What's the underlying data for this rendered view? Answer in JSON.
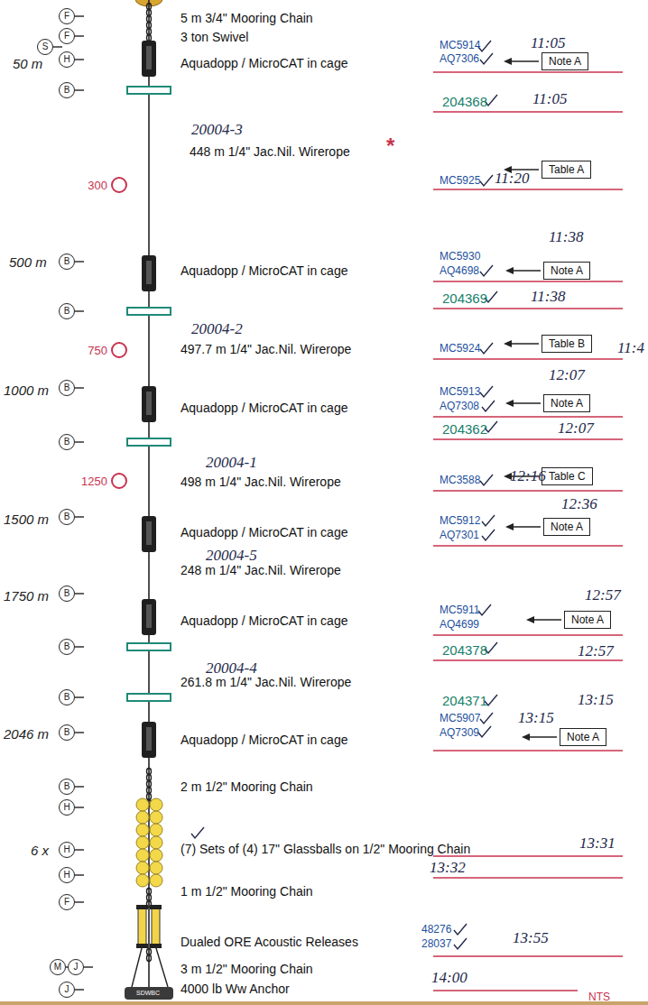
{
  "diagram": {
    "nodes": [
      {
        "text": [
          "F"
        ]
      },
      {
        "text": [
          "F"
        ]
      },
      {
        "text": [
          "S"
        ]
      },
      {
        "text": [
          "H"
        ]
      },
      {
        "text": [
          "Note A"
        ]
      },
      {
        "text": [
          "B"
        ]
      },
      {
        "text": [
          "Table A"
        ]
      },
      {
        "text": [
          "300"
        ]
      },
      {
        "text": [
          "B"
        ]
      },
      {
        "text": [
          "Note A"
        ]
      },
      {
        "text": [
          "B"
        ]
      },
      {
        "text": [
          "750"
        ]
      },
      {
        "text": [
          "Table B"
        ]
      },
      {
        "text": [
          "B"
        ]
      },
      {
        "text": [
          "Note A"
        ]
      },
      {
        "text": [
          "B"
        ]
      },
      {
        "text": [
          "Table C"
        ]
      },
      {
        "text": [
          "1250"
        ]
      },
      {
        "text": [
          "B"
        ]
      },
      {
        "text": [
          "Note A"
        ]
      },
      {
        "text": [
          "B"
        ]
      },
      {
        "text": [
          "Note A"
        ]
      },
      {
        "text": [
          "B"
        ]
      },
      {
        "text": [
          "B"
        ]
      },
      {
        "text": [
          "B"
        ]
      },
      {
        "text": [
          "Note A"
        ]
      },
      {
        "text": [
          "B"
        ]
      },
      {
        "text": [
          "H"
        ]
      },
      {
        "text": [
          "H"
        ]
      },
      {
        "text": [
          "H"
        ]
      },
      {
        "text": [
          "F"
        ]
      },
      {
        "text": [
          "M"
        ]
      },
      {
        "text": [
          "J"
        ]
      },
      {
        "text": [
          "J"
        ]
      }
    ],
    "labels": [
      "50 m",
      "5 m 3/4\" Mooring Chain",
      "3 ton Swivel",
      "MC5914",
      "11:05",
      "AQ7306",
      "Aquadopp / MicroCAT in cage",
      "204368",
      "11:05",
      "20004-3",
      "448 m 1/4\" Jac.Nil. Wirerope",
      "*",
      "MC5925",
      "11:20",
      "11:38",
      "500 m",
      "MC5930",
      "AQ4698",
      "Aquadopp / MicroCAT in cage",
      "204369",
      "11:38",
      "20004-2",
      "497.7 m 1/4\" Jac.Nil. Wirerope",
      "MC5924",
      "11:4",
      "12:07",
      "1000 m",
      "MC5913",
      "AQ7308",
      "Aquadopp / MicroCAT in cage",
      "204362",
      "12:07",
      "20004-1",
      "498 m 1/4\" Jac.Nil. Wirerope",
      "MC3588",
      "12:16",
      "12:36",
      "1500 m",
      "MC5912",
      "AQ7301",
      "Aquadopp / MicroCAT in cage",
      "20004-5",
      "248 m 1/4\" Jac.Nil. Wirerope",
      "12:57",
      "1750 m",
      "MC5911",
      "AQ4699",
      "Aquadopp / MicroCAT in cage",
      "204378",
      "12:57",
      "20004-4",
      "261.8 m 1/4\" Jac.Nil. Wirerope",
      "204371",
      "13:15",
      "2046 m",
      "MC5907",
      "13:15",
      "AQ7309",
      "Aquadopp / MicroCAT in cage",
      "2 m 1/2\" Mooring Chain",
      "13:31",
      "6 x",
      "(7) Sets of (4) 17\" Glassballs on 1/2\" Mooring Chain",
      "13:32",
      "1 m 1/2\" Mooring Chain",
      "48276",
      "28037",
      "Dualed ORE Acoustic Releases",
      "13:55",
      "3 m 1/2\" Mooring Chain",
      "14:00",
      "4000 lb Ww Anchor",
      "SDWBC",
      "NTS"
    ]
  }
}
